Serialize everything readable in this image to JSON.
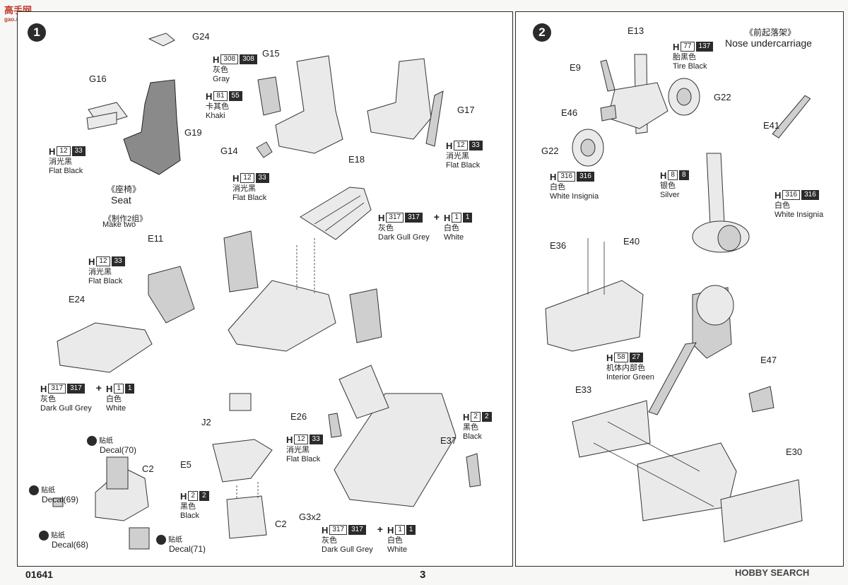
{
  "footer": {
    "code": "01641",
    "page": "3"
  },
  "watermarks": {
    "top_left": "高手网",
    "top_left_url": "gao.shou.com",
    "bottom_right": "HOBBY SEARCH"
  },
  "step1": {
    "number": "1",
    "seat_title_cn": "《座椅》",
    "seat_title_en": "Seat",
    "make_two_cn": "《制作2组》",
    "make_two_en": "Make two",
    "labels": [
      "G24",
      "G15",
      "G16",
      "G19",
      "G14",
      "G17",
      "E18",
      "E11",
      "E24",
      "J2",
      "E5",
      "C2",
      "C2",
      "E26",
      "E37",
      "G3x2"
    ],
    "paints": {
      "gray": {
        "h": "H",
        "num": "308",
        "num2": "308",
        "cn": "灰色",
        "en": "Gray"
      },
      "khaki": {
        "h": "H",
        "num": "81",
        "num2": "55",
        "cn": "卡其色",
        "en": "Khaki"
      },
      "flat_black": {
        "h": "H",
        "num": "12",
        "num2": "33",
        "cn": "消光黑",
        "en": "Flat Black"
      },
      "dark_gull_grey": {
        "h": "H",
        "num": "317",
        "num2": "317",
        "cn": "灰色",
        "en": "Dark Gull Grey"
      },
      "white": {
        "h": "H",
        "num": "1",
        "num2": "1",
        "cn": "白色",
        "en": "White"
      },
      "black": {
        "h": "H",
        "num": "2",
        "num2": "2",
        "cn": "黑色",
        "en": "Black"
      },
      "plus": "+"
    },
    "decals": [
      {
        "cn": "贴纸",
        "en": "Decal(70)"
      },
      {
        "cn": "贴纸",
        "en": "Decal(69)"
      },
      {
        "cn": "贴纸",
        "en": "Decal(68)"
      },
      {
        "cn": "贴纸",
        "en": "Decal(71)"
      }
    ]
  },
  "step2": {
    "number": "2",
    "title_cn": "《前起落架》",
    "title_en": "Nose undercarriage",
    "labels": [
      "E13",
      "E9",
      "E46",
      "G22",
      "G22",
      "E41",
      "E36",
      "E40",
      "E47",
      "E33",
      "E30"
    ],
    "paints": {
      "tire_black": {
        "h": "H",
        "num": "77",
        "num2": "137",
        "cn": "胎黑色",
        "en": "Tire Black"
      },
      "white_insignia": {
        "h": "H",
        "num": "316",
        "num2": "316",
        "cn": "白色",
        "en": "White Insignia"
      },
      "silver": {
        "h": "H",
        "num": "8",
        "num2": "8",
        "cn": "银色",
        "en": "Silver"
      },
      "interior_green": {
        "h": "H",
        "num": "58",
        "num2": "27",
        "cn": "机体内部色",
        "en": "Interior Green"
      }
    }
  }
}
